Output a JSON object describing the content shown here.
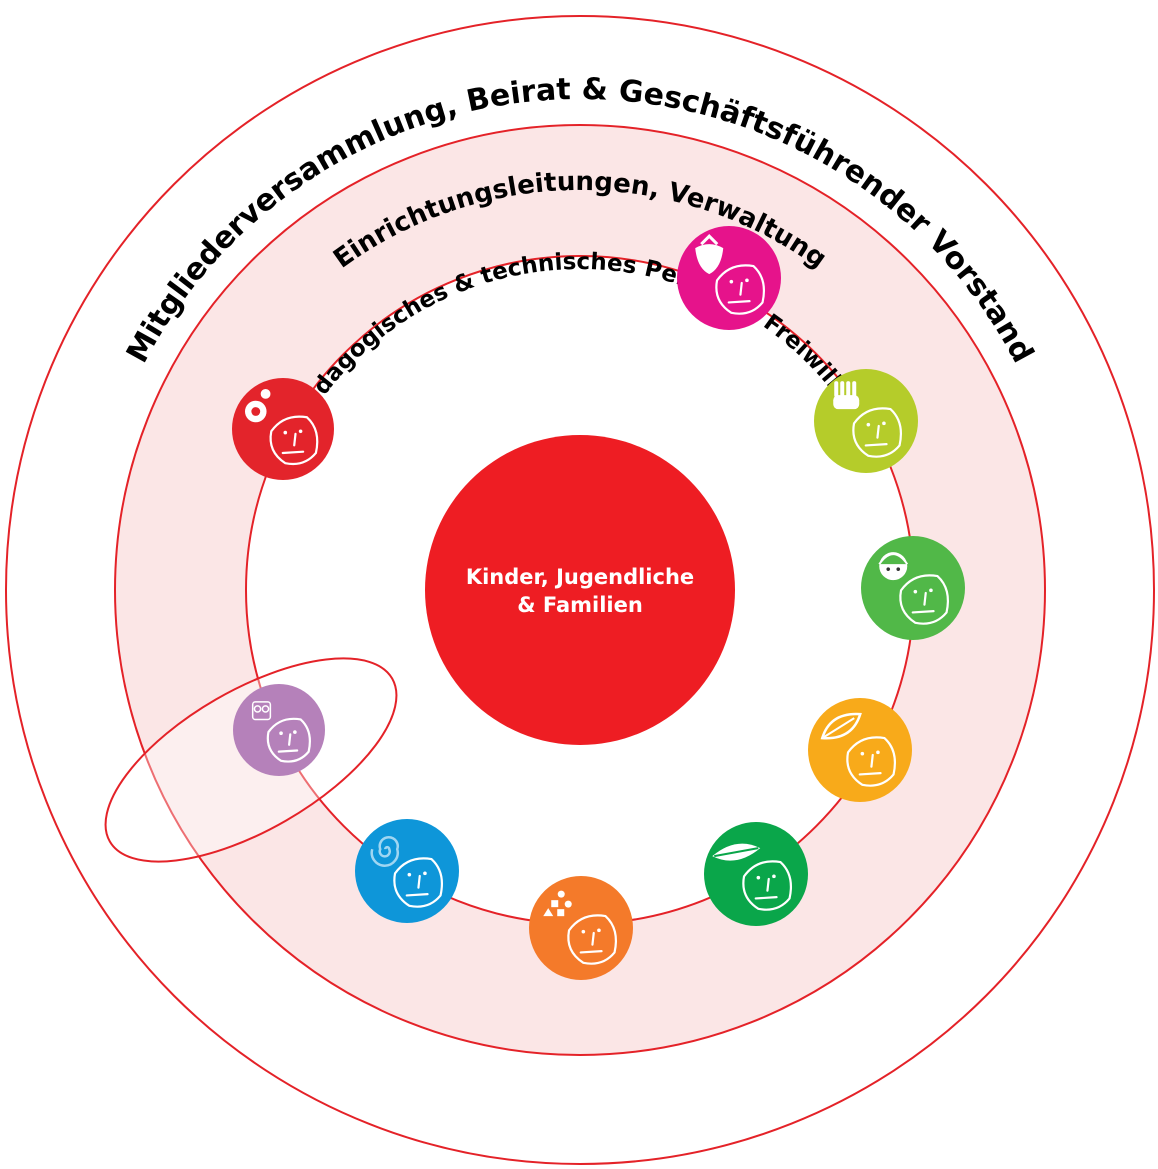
{
  "rings": {
    "outer_label": "Mitgliederversammlung, Beirat & Geschäftsführender Vorstand",
    "middle_label": "Einrichtungsleitungen, Verwaltung",
    "inner_label": "Pädagogisches & technisches Personal, Freiwillige"
  },
  "center": {
    "line1": "Kinder, Jugendliche",
    "line2": "& Familien"
  },
  "colors": {
    "ring_stroke": "#e42228",
    "band_fill": "#fbe6e6",
    "center_fill": "#ee1d23",
    "text": "#000000"
  },
  "groups": [
    {
      "name": "strawberry-group",
      "icon": "strawberry-icon",
      "color": "#e6138b"
    },
    {
      "name": "hand-group",
      "icon": "hand-icon",
      "color": "#b5cc2a"
    },
    {
      "name": "child-face-group",
      "icon": "child-face-icon",
      "color": "#51b848"
    },
    {
      "name": "leaf-group",
      "icon": "leaf-icon",
      "color": "#f8aa1a"
    },
    {
      "name": "fern-leaf-group",
      "icon": "fern-leaf-icon",
      "color": "#0aa64a"
    },
    {
      "name": "shapes-group",
      "icon": "shapes-icon",
      "color": "#f47a2a"
    },
    {
      "name": "spiral-group",
      "icon": "spiral-icon",
      "color": "#0e96d9"
    },
    {
      "name": "owl-group",
      "icon": "owl-icon",
      "color": "#8e3e96"
    },
    {
      "name": "dots-group",
      "icon": "dots-icon",
      "color": "#e3242b"
    }
  ]
}
